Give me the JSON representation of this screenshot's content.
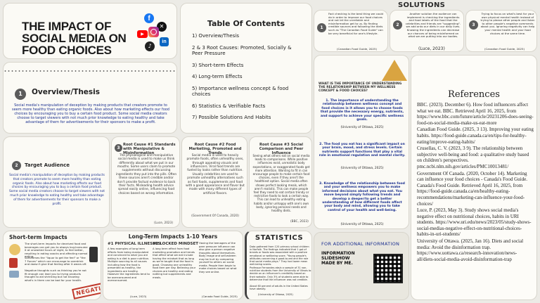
{
  "title": "THE IMPACT OF SOCIAL MEDIA ON FOOD CHOICES",
  "solutions_header": "SOLUTIONS",
  "toc": {
    "title": "Table Of Contents",
    "items": [
      "1) Overview/Thesis",
      "2 & 3 Root Causes: Promoted, Socially & Peer Pressure",
      "3) Short-term Effects",
      "4) Long-term Effects",
      "5) Importance wellness concept & food choices",
      "6) Statistics & Verifiable Facts",
      "7) Possible Solutions And Habits"
    ]
  },
  "overview": {
    "number": "1",
    "title": "Overview/Thesis",
    "body": "Social media's manipulation of deception by making products that creators promote to seem more healthy than eating organic foods. Also about how marketing effects our food choices by encouraging you to buy a certain food product. Some social media creators choose to target viewers with not much prior knowledge to eating healthy and take advantage of them for advertisements for their sponsors to make a profit."
  },
  "target": {
    "number": "2",
    "title": "Target Audience",
    "body": "Social media's manipulation of deception by making products that creators promote to seem more healthy than eating organic foods. Also about how marketing effects our food choices by encouraging you to buy a certain food product. Some social media creators choose to target viewers with not much prior knowledge to eating healthy and take advantage of them for advertisements for their sponsors to make a profit."
  },
  "root1": {
    "number": "3",
    "title": "Root Cause #1 Standards with Manipulative & Misinformation",
    "body": "The physiological and manipulative social media is used to make us think differently about what we put in our mouths. Some users claim to promote supplements without discussing ingredients they put into the pills. Often these sources aren't credible and/or don't provide factual evidence to back their facts. Misleading health advice spread easily online, influencing food choices based on wrong information.",
    "cite": "(Luce, 2023)"
  },
  "root2": {
    "title": "Root Cause #2 Food Marketing, Promoted and Trends",
    "body": "Social media is used to heavily promote foods, often unhealthy ones, through appealing visuals and influencers. Viral food trends are fueled by looks rather than nutrition. Usually celebrities are used to promote unhealthy alternatives such as fast foods, supplements and food with a good appearance and flavor but made with many different types of artificial flavors.",
    "cite": "(Government Of Canada, 2020)"
  },
  "root3": {
    "title": "Root Cause #3 Social Comparison and Peer Influence",
    "body": "Seeing what others eat on social media leads to comparisons. While positive influences exist, unrealistic body expectations, or exaggerated foods get more attention. Wanting to fit in can encourage people to make certain food choices, even if they aren't the healthiest option. Social media often shows perfect looking meals, which aren't realistic. This can make people feel they need to eat certain trendy or restrictive foods to look a certain way. This can lead to unhealthy eating habits and/or unhappy with one's own body, ignoring personal needs and healthy diets.",
    "cite": "(BBC, 2023)"
  },
  "short_term": {
    "title": "Short-term Impacts",
    "items": [
      "The short-term impacts for deceived food and beverages can get you to always buy/consume it at unwanted hours of night, to feel better, resulting in eating snacks and affecting normal eating.",
      "Sometimes the \"liquor to get the feel\" or \"the 7 Forces\" which can encourage to overdrink and doesn't give that feeling after it wears off.",
      "Negative thoughts such as thinking you're not fit enough can lead you to trying products thought to aid shrinking but not knowing what's in them can be bad for your health."
    ],
    "badge": "NEGATIVE"
  },
  "long_term": {
    "title": "Long-Term Impacts 1-10 Years",
    "col1_title": "#1 PHYSICAL ILLNESSES",
    "col1_body": "A few examples of long term effects from being manipulated and convinced to what you are eating is a diet is poor nutrition. Multiple sourcing to all causes including how the food is presented as healthy, the ingredients are healthy. However the ingredients tend to be overconsumed and overconsumed.",
    "col1_cite": "(Luce, 2023)",
    "col2_title": "#2 LOCKED MINDSET",
    "col2_body": "A long term effect from food marketing promotion and trends that affect what we eat include having the mindset that as long as we're taught that the food is good. Choosing one unhealthy food item per day. Believing your choices are healthy and eating nothing but supplements and meals.",
    "col3_body": "Having the teenagers of the peer pressure influence can also give a person negative thoughts about themselves. Body image and self-esteem may be hurt by comparing yourself to others on social media. People then begin to make choices based on what they see online.",
    "col3_cite": "(Canada Food Guide, 2025)"
  },
  "solutions": [
    {
      "number": "1",
      "body": "Fact checking is the best thing we could do in order to improve our food choices and not let the unreliable and misinformation get to us. By finding credible sources and following the diets such as \"The Canadian Food Guide\" can be very beneficial for one's lifestyle.",
      "cite": "(Canadian Food Guide, 2025)"
    },
    {
      "number": "2",
      "body": "Another solution the audience can implement is checking the ingredients and food labels of the food that the celebrities and friends are \"suggesting\". we add onto our diets in our daily lives. Knowing the ingredients can decrease our chances of being misinformed on what we are putting into our bodies.",
      "cite": "(Luce, 2023)"
    },
    {
      "number": "3",
      "body": "Trying to focus on what's best for your own physical mental health instead of trying to please other people and listen to other people's negative comments about you. Ignoring negativity can help your mental health and your food choices at the same time.",
      "cite": "(Canadian Food Guide, 2025)"
    }
  ],
  "importance": {
    "title": "WHAT IS THE IMPORTANCE OF UNDERSTANDING THE RELATIONSHIP BETWEEN MY WELLNESS CONCEPT & FOOD CHOICES?",
    "points": [
      {
        "text": "1. The importance of understanding the relationship between wellness concept and food choices is it allows you to choose foods that provide the necessary energy, nutrients, and support to achieve your specific wellness goals.",
        "cite": "(University of Ottawa, 2025)"
      },
      {
        "text": "2. The food you eat has a significant impact on your brain, mood, and stress levels. Certain nutrients support functions that play a vital role in emotional regulation and mental clarity.",
        "cite": "(University of Ottawa, 2025)"
      },
      {
        "text": "3. Knowledge of the relationship between food and your wellness empowers you to make informed decisions about what you eat. You move beyond simply following trends and develop a deeper/to get a better understanding of how different foods affect your body and mind, allowing you to take control of your health and well-being.",
        "cite": "(University of Ottawa, 2025)"
      }
    ]
  },
  "statistics": {
    "title": "STATISTICS",
    "body1": "Data gathered from 120 primary school children in Norfolk. The findings indicated that 1 got of brands or foods was associated with a positive emotional or wellbeing score. \"Young people's attitudes concerning a good-to-eat and the role that social media plays.\" They had lower mean well-being scores.",
    "body2": "Professor Fernandes ate/a a sample of 31 non-nutrition students from the University of Illinois to decide on an influencer's credibility based on their website. Only 3% of students were able to determine that the influencer was not credible.",
    "body3": "About 60 percent of adults in the United States have obesity.",
    "cite": "(University of Ottawa, 2025)"
  },
  "additional": {
    "title": "FOR ADDITIONAL INFORMATION",
    "body": "INFORMATION SLIDESHOW MADE BY ME."
  },
  "references": {
    "title": "References",
    "items": [
      "BBC. (2023). December 6). How food influencers affect what we eat. BBC. Retrieved April 16, 2025, from https://www.bbc.com/future/article/20231206-does-seeing-food-on-social-media-make-us-eat-more",
      "Canadian Food Guide. (2025, 3 13). Improving your eating habits. https://food-guide.canada.ca/en/tips-for-healthy-eating/improve-eating-habits/",
      "Crusellas, C. V. (2023, 3 9). The relationship between subjective well-being and food: a qualitative study based on children's perspectives. pmc.ncbi.nlm.nih.gov/articles/PMC10013481/",
      "Government Of Canada. (2020, October 14). Marketing can influence your food choices - Canada's Food Guide. Canada's Food Guide. Retrieved April 16, 2025, from https://food-guide.canada.ca/en/healthy-eating-recommendations/marketing-can-influence-your-food-choices/",
      "Luce, P. (2023, May 3). Study shows social media's negative effect on nutritional choices, habits in URI students. https://www.uri.edu/news/2023/05/study-shows-social-medias-negative-effect-on-nutritional-choices-habits-in-uri-students/",
      "University of Ottawa. (2025, Jan 16). Diets and social media: Avoid the disinformation trap. https://www.uottawa.ca/research-innovation/news-all/diets-social-media-avoid-disinformation-trap"
    ]
  },
  "social_icons": [
    "facebook-icon",
    "x-icon",
    "instagram-icon",
    "youtube-icon",
    "linkedin-icon",
    "tiktok-icon"
  ],
  "colors": {
    "facebook": "#1877f2",
    "x": "#111111",
    "instagram": "#e1306c",
    "youtube": "#ff0000",
    "linkedin": "#0a66c2",
    "tiktok": "#222222"
  }
}
